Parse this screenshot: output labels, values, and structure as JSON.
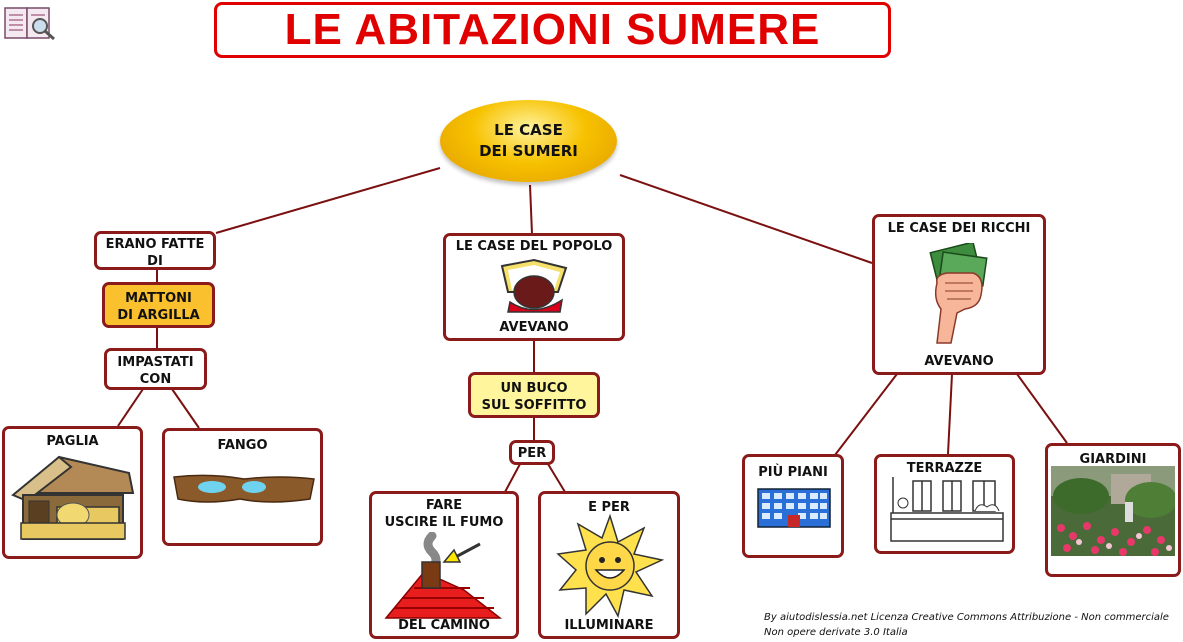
{
  "title": "LE ABITAZIONI SUMERE",
  "root": "LE CASE\nDEI SUMERI",
  "left": {
    "head": "ERANO FATTE\nDI",
    "material": "MATTONI\nDI ARGILLA",
    "mixed": "IMPASTATI\nCON",
    "straw": "PAGLIA",
    "mud": "FANGO"
  },
  "center": {
    "head": "LE CASE DEL POPOLO",
    "had": "AVEVANO",
    "hole": "UN BUCO\nSUL SOFFITTO",
    "for": "PER",
    "smoke_top": "FARE\nUSCIRE IL FUMO",
    "smoke_bottom": "DEL CAMINO",
    "light_top": "E PER",
    "light_bottom": "ILLUMINARE"
  },
  "right": {
    "head": "LE CASE DEI RICCHI",
    "had": "AVEVANO",
    "floors": "PIÙ PIANI",
    "terraces": "TERRAZZE",
    "gardens": "GIARDINI"
  },
  "footer": "By aiutodislessia.net Licenza Creative Commons Attribuzione - Non commerciale\nNon opere derivate 3.0 Italia",
  "colors": {
    "title_red": "#e00000",
    "line": "#7a1010",
    "root_gold": "#f5b400",
    "material_orange": "#fbc02d",
    "hole_yellow": "#fff59d"
  }
}
